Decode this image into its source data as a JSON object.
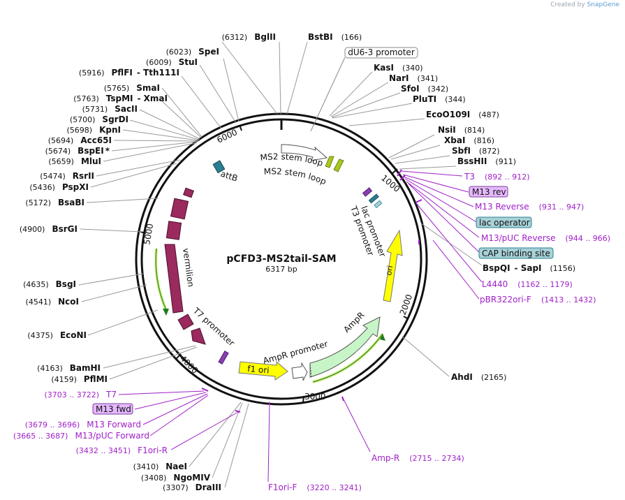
{
  "watermark": {
    "prefix": "Created by",
    "brand": "SnapGene"
  },
  "plasmid": {
    "name": "pCFD3-MS2tail-SAM",
    "size": "6317 bp"
  },
  "ticks": [
    "1000",
    "2000",
    "3000",
    "4000",
    "5000",
    "6000"
  ],
  "enzymes_left": [
    {
      "pos": "(6312)",
      "name": "BglII"
    },
    {
      "pos": "(6023)",
      "name": "SpeI"
    },
    {
      "pos": "(6009)",
      "name": "StuI"
    },
    {
      "pos": "(5916)",
      "name": "PflFI",
      "extra": "- Tth111I"
    },
    {
      "pos": "(5765)",
      "name": "SmaI"
    },
    {
      "pos": "(5763)",
      "name": "TspMI",
      "extra": "- XmaI"
    },
    {
      "pos": "(5731)",
      "name": "SacII"
    },
    {
      "pos": "(5700)",
      "name": "SgrDI"
    },
    {
      "pos": "(5698)",
      "name": "KpnI"
    },
    {
      "pos": "(5694)",
      "name": "Acc65I"
    },
    {
      "pos": "(5674)",
      "name": "BspEI",
      "extra": "*"
    },
    {
      "pos": "(5659)",
      "name": "MluI"
    },
    {
      "pos": "(5474)",
      "name": "RsrII"
    },
    {
      "pos": "(5436)",
      "name": "PspXI"
    },
    {
      "pos": "(5172)",
      "name": "BsaBI"
    },
    {
      "pos": "(4900)",
      "name": "BsrGI"
    },
    {
      "pos": "(4635)",
      "name": "BsgI"
    },
    {
      "pos": "(4541)",
      "name": "NcoI"
    },
    {
      "pos": "(4375)",
      "name": "EcoNI"
    },
    {
      "pos": "(4163)",
      "name": "BamHI"
    },
    {
      "pos": "(4159)",
      "name": "PflMI"
    },
    {
      "pos": "(3410)",
      "name": "NaeI"
    },
    {
      "pos": "(3408)",
      "name": "NgoMIV"
    },
    {
      "pos": "(3307)",
      "name": "DraIII"
    }
  ],
  "enzymes_right": [
    {
      "name": "BstBI",
      "pos": "(166)"
    },
    {
      "name": "KasI",
      "pos": "(340)"
    },
    {
      "name": "NarI",
      "pos": "(341)"
    },
    {
      "name": "SfoI",
      "pos": "(342)"
    },
    {
      "name": "PluTI",
      "pos": "(344)"
    },
    {
      "name": "EcoO109I",
      "pos": "(487)"
    },
    {
      "name": "NsiI",
      "pos": "(814)"
    },
    {
      "name": "XbaI",
      "pos": "(816)"
    },
    {
      "name": "SbfI",
      "pos": "(872)"
    },
    {
      "name": "BssHII",
      "pos": "(911)"
    },
    {
      "name": "BspQI",
      "extra": "- SapI",
      "pos": "(1156)"
    },
    {
      "name": "AhdI",
      "pos": "(2165)"
    }
  ],
  "primers_right": [
    {
      "name": "T3",
      "pos": "(892 .. 912)"
    },
    {
      "name": "M13 rev",
      "pos": ""
    },
    {
      "name": "M13 Reverse",
      "pos": "(931 .. 947)"
    },
    {
      "name": "lac operator",
      "pos": ""
    },
    {
      "name": "M13/pUC Reverse",
      "pos": "(944 .. 966)"
    },
    {
      "name": "CAP binding site",
      "pos": ""
    },
    {
      "name": "L4440",
      "pos": "(1162 .. 1179)"
    },
    {
      "name": "pBR322ori-F",
      "pos": "(1413 .. 1432)"
    },
    {
      "name": "Amp-R",
      "pos": "(2715 .. 2734)"
    },
    {
      "name": "F1ori-F",
      "pos": "(3220 .. 3241)"
    }
  ],
  "primers_left": [
    {
      "pos": "(3703 .. 3722)",
      "name": "T7"
    },
    {
      "pos": "",
      "name": "M13 fwd"
    },
    {
      "pos": "(3679 .. 3696)",
      "name": "M13 Forward"
    },
    {
      "pos": "(3665 .. 3687)",
      "name": "M13/pUC Forward"
    },
    {
      "pos": "(3432 .. 3451)",
      "name": "F1ori-R"
    }
  ],
  "features": {
    "dU6": "dU6-3 promoter",
    "ms2a": "MS2 stem loop",
    "ms2b": "MS2 stem loop",
    "attB": "attB",
    "lac": "lac promoter",
    "t3": "T3 promoter",
    "ori": "ori",
    "ampR": "AmpR",
    "ampRprom": "AmpR promoter",
    "f1": "f1 ori",
    "t7": "T7 promoter",
    "vermilion": "vermilion"
  },
  "colors": {
    "backbone": "#111111",
    "primer": "#a020c8",
    "vermilion": "#9b2a5e",
    "ori": "#ffff00",
    "ampR": "#c8f5c8",
    "attB": "#2a7f91",
    "ms2": "#a8c81e",
    "regulatory_box": "#a8d1d8",
    "primer_box": "#e5b8ff"
  }
}
